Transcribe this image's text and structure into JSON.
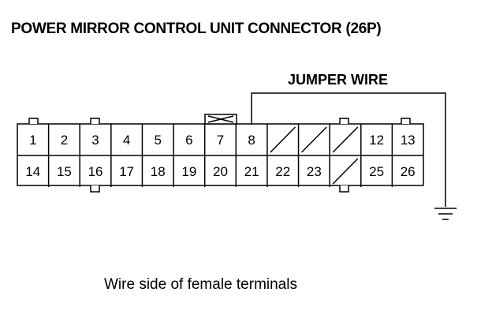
{
  "diagram": {
    "title": "POWER MIRROR CONTROL UNIT CONNECTOR (26P)",
    "jumper_label": "JUMPER WIRE",
    "caption": "Wire side of female terminals",
    "top_row": [
      "1",
      "2",
      "3",
      "4",
      "5",
      "6",
      "7",
      "8",
      "",
      "",
      "",
      "12",
      "13"
    ],
    "bottom_row": [
      "14",
      "15",
      "16",
      "17",
      "18",
      "19",
      "20",
      "21",
      "22",
      "23",
      "",
      "25",
      "26"
    ],
    "empty_cavities": [
      "top-9",
      "top-10",
      "top-11",
      "bottom-11"
    ],
    "jumper_from_terminal": "8",
    "jumper_to": "ground"
  }
}
